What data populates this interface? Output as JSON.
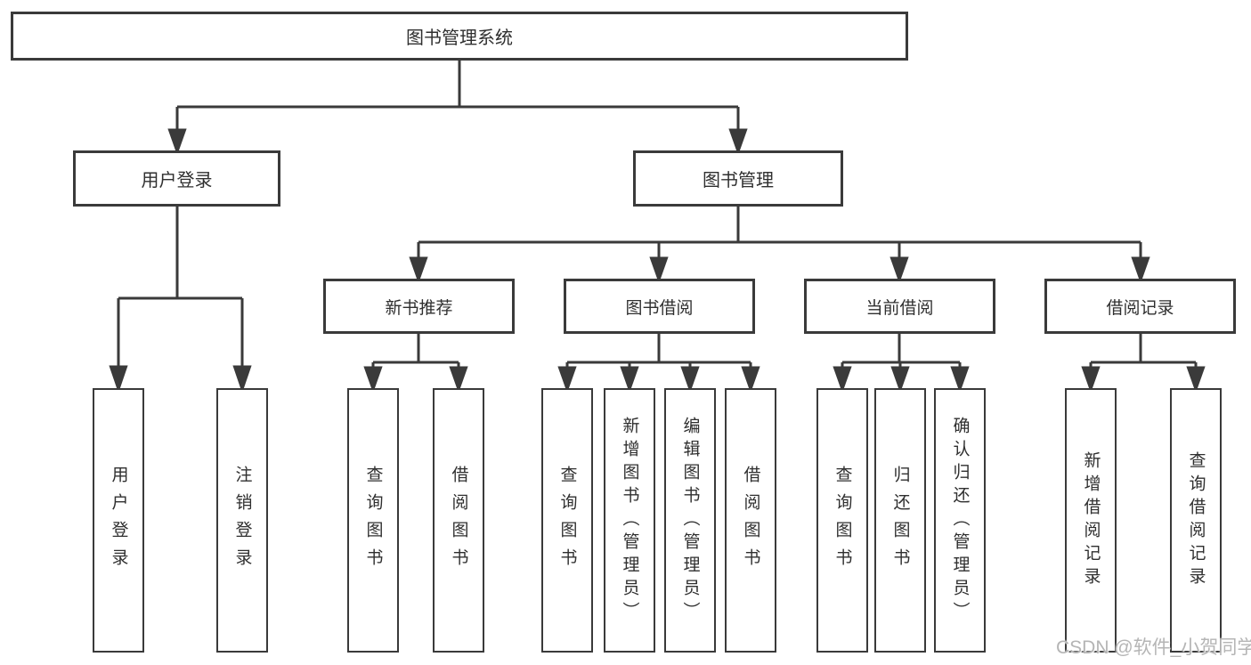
{
  "diagram": {
    "root": {
      "label": "图书管理系统"
    },
    "level2": {
      "user_login": {
        "label": "用户登录"
      },
      "book_management": {
        "label": "图书管理"
      }
    },
    "level3": {
      "new_book_recommend": {
        "label": "新书推荐"
      },
      "book_borrowing": {
        "label": "图书借阅"
      },
      "current_borrowing": {
        "label": "当前借阅"
      },
      "borrowing_records": {
        "label": "借阅记录"
      }
    },
    "leaves": {
      "user_login": {
        "label": "用户登录"
      },
      "logout": {
        "label": "注销登录"
      },
      "recommend_query": {
        "label": "查询图书"
      },
      "recommend_borrow": {
        "label": "借阅图书"
      },
      "borrowing_query": {
        "label": "查询图书"
      },
      "borrowing_add_admin": {
        "label": "新增图书（管理员）"
      },
      "borrowing_edit_admin": {
        "label": "编辑图书（管理员）"
      },
      "borrowing_borrow": {
        "label": "借阅图书"
      },
      "current_query": {
        "label": "查询图书"
      },
      "current_return": {
        "label": "归还图书"
      },
      "current_confirm_admin": {
        "label": "确认归还（管理员）"
      },
      "records_add": {
        "label": "新增借阅记录"
      },
      "records_query": {
        "label": "查询借阅记录"
      }
    }
  },
  "watermark": {
    "text": "CSDN @软件_小贺同学"
  },
  "colors": {
    "box_border": "#3a3a3a",
    "box_fill": "#ffffff",
    "text": "#2f2f2f",
    "connector": "#3a3a3a",
    "background": "#ffffff",
    "watermark": "#b5b5b5"
  }
}
